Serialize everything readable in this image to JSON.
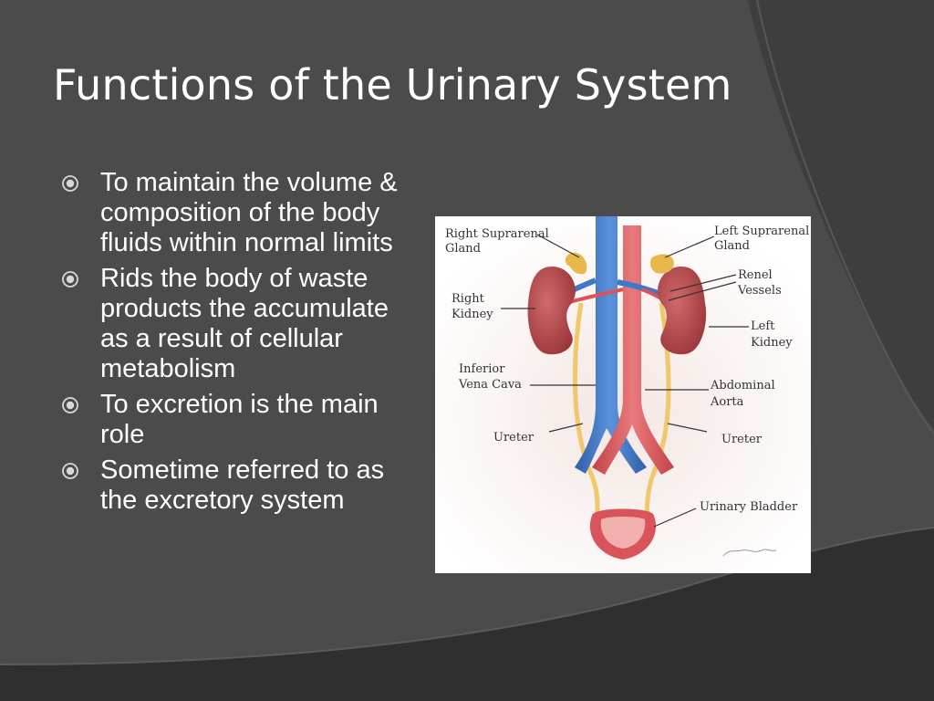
{
  "slide": {
    "title": "Functions of the Urinary System",
    "bullets": [
      "To maintain the volume & composition of the body fluids within normal limits",
      "Rids the body of waste products the accumulate as a result of cellular metabolism",
      "To excretion is the main role",
      "Sometime referred to as the excretory system"
    ]
  },
  "figure": {
    "labels": {
      "right_suprarenal_1": "Right Suprarenal",
      "right_suprarenal_2": "Gland",
      "left_suprarenal_1": "Left Suprarenal",
      "left_suprarenal_2": "Gland",
      "renal_vessels_1": "Renel",
      "renal_vessels_2": "Vessels",
      "right_kidney_1": "Right",
      "right_kidney_2": "Kidney",
      "left_kidney_1": "Left",
      "left_kidney_2": "Kidney",
      "inferior_vena_cava_1": "Inferior",
      "inferior_vena_cava_2": "Vena Cava",
      "abdominal_aorta_1": "Abdominal",
      "abdominal_aorta_2": "Aorta",
      "ureter_left": "Ureter",
      "ureter_right": "Ureter",
      "urinary_bladder": "Urinary Bladder"
    }
  },
  "colors": {
    "background": "#4a4a4a",
    "vein": "#3f78c8",
    "artery": "#d9535a",
    "kidney": "#b8484c",
    "gland": "#e8b84a",
    "ureter": "#f0c86a"
  }
}
